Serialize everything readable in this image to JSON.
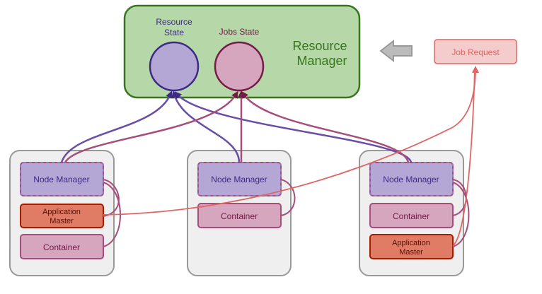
{
  "resource_manager": {
    "title_line1": "Resource",
    "title_line2": "Manager",
    "resource_state_line1": "Resource",
    "resource_state_line2": "State",
    "jobs_state": "Jobs State"
  },
  "job_request": "Job Request",
  "nodes": [
    {
      "node_manager": "Node Manager",
      "app_master_line1": "Application",
      "app_master_line2": "Master",
      "container": "Container"
    },
    {
      "node_manager": "Node Manager",
      "container": "Container"
    },
    {
      "node_manager": "Node Manager",
      "container": "Container",
      "app_master_line1": "Application",
      "app_master_line2": "Master"
    }
  ],
  "colors": {
    "rm_fill": "#b6d7a8",
    "rm_stroke": "#38761d",
    "rm_text": "#38761d",
    "resource_state_fill": "#b4a7d6",
    "resource_state_stroke": "#3c2a85",
    "jobs_state_fill": "#d5a6bd",
    "jobs_state_stroke": "#741b47",
    "node_fill": "#efefef",
    "node_stroke": "#999999",
    "nm_fill": "#b4a7d6",
    "container_fill": "#d5a6bd",
    "container_stroke": "#a64d79",
    "am_fill": "#e06666",
    "am_stroke": "#a61c00",
    "job_request_fill": "#f4cccc",
    "job_request_stroke": "#e06666",
    "arrow_gray": "#999999"
  }
}
